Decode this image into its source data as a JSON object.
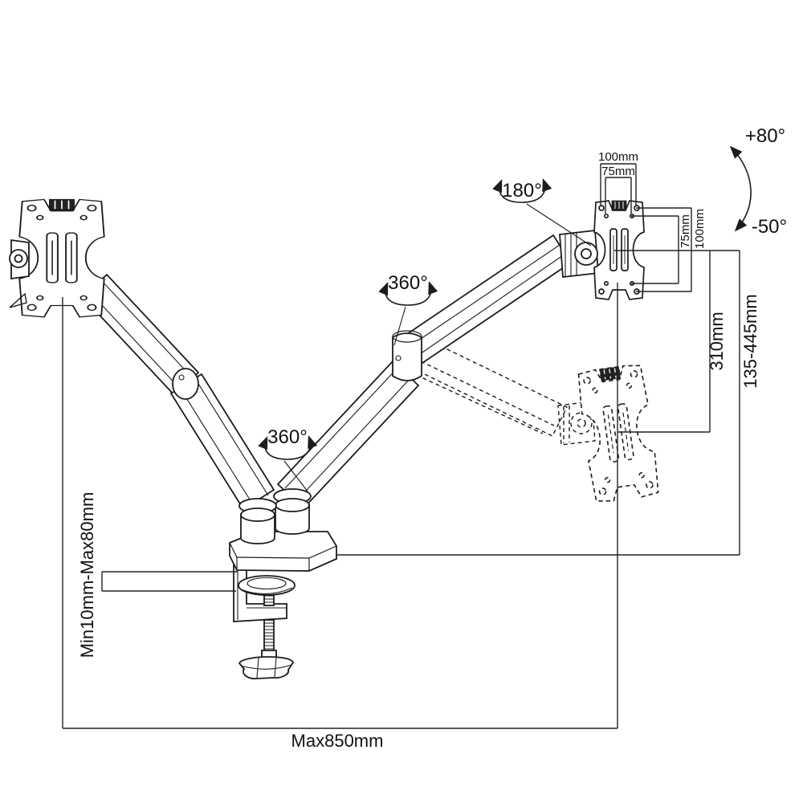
{
  "diagram": {
    "subject": "dual-monitor gas-spring desk mount arm - dimension drawing"
  },
  "angles": {
    "tilt_up": "+80°",
    "tilt_down": "-50°",
    "swivel_head": "180°",
    "rotate_upper_joint": "360°",
    "rotate_lower_joint": "360°"
  },
  "vesa": {
    "width_outer": "100mm",
    "width_inner": "75mm",
    "height_inner": "75mm",
    "height_outer": "100mm"
  },
  "dimensions": {
    "plate_drop": "310mm",
    "height_range": "135-445mm",
    "clamp_thickness_range": "Min10mm-Max80mm",
    "max_reach": "Max850mm"
  },
  "colors": {
    "line": "#1c1c1c",
    "background": "#ffffff"
  }
}
